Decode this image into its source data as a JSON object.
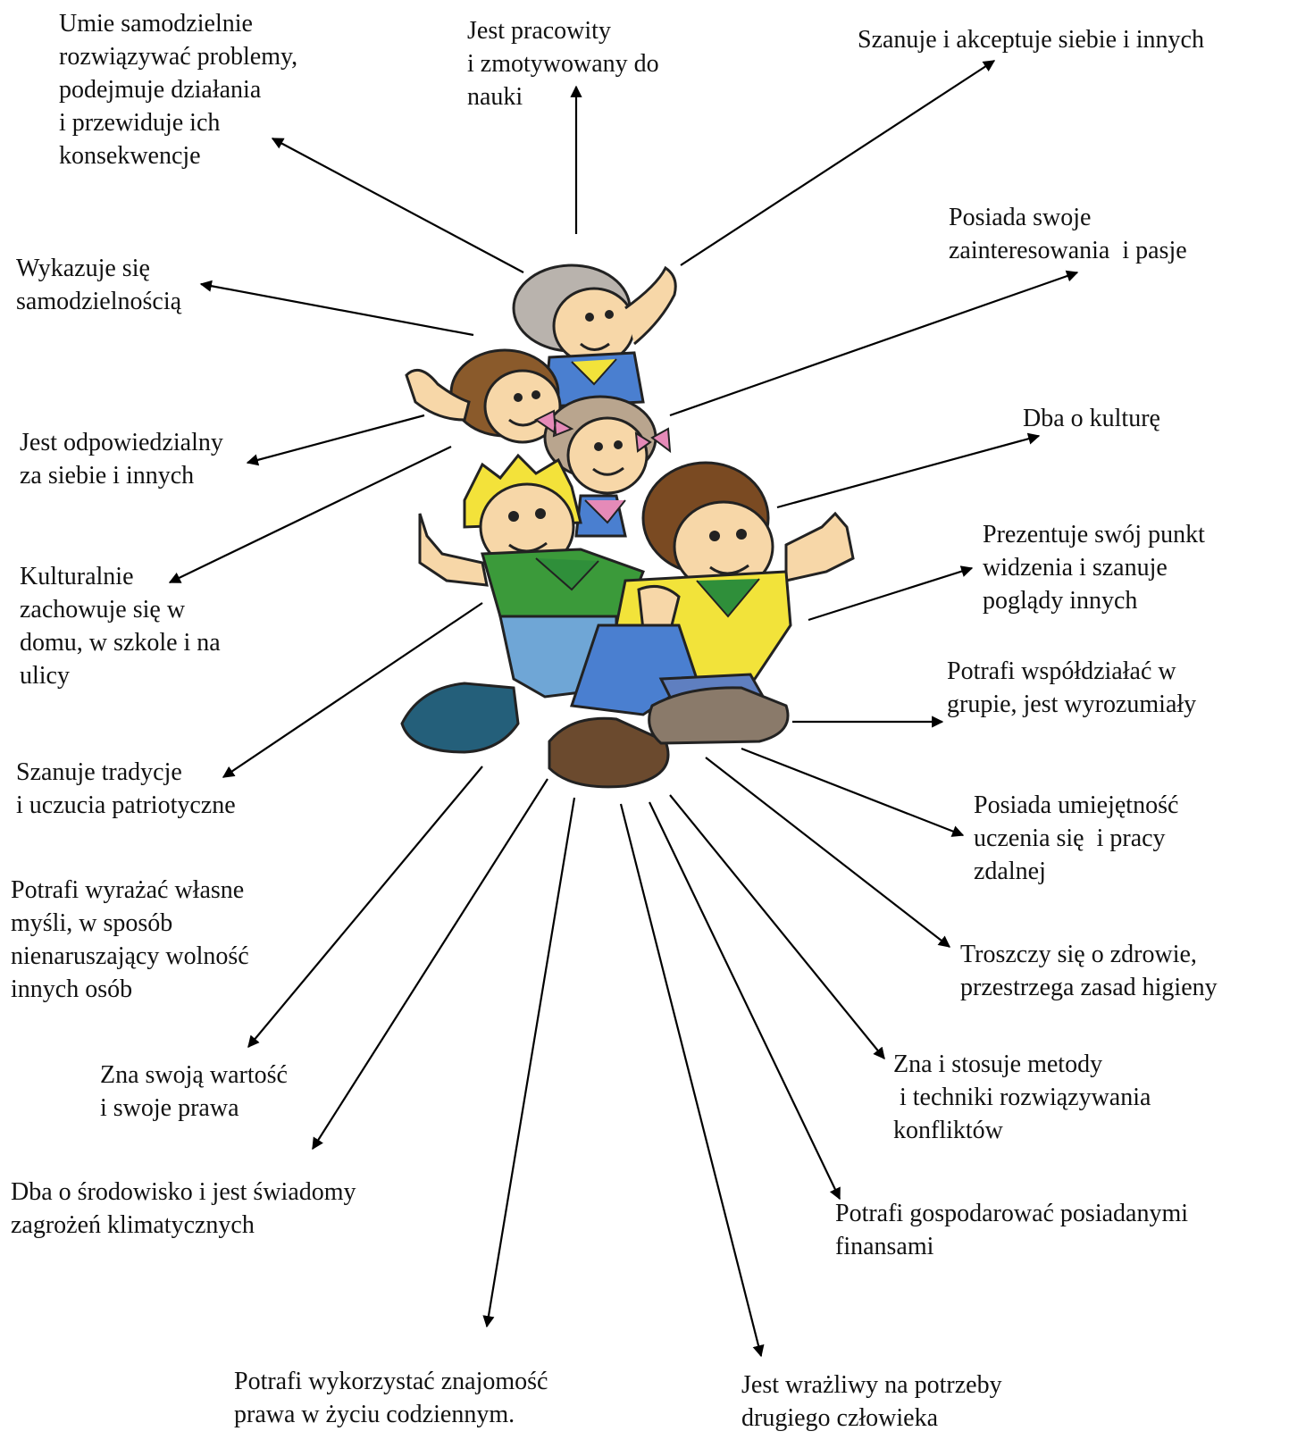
{
  "diagram": {
    "labels": [
      {
        "id": "l1",
        "lines": [
          "Umie samodzielnie",
          "rozwiązywać problemy,",
          "podejmuje działania",
          "i przewiduje ich",
          "konsekwencje"
        ]
      },
      {
        "id": "l2",
        "lines": [
          "Jest pracowity",
          "i zmotywowany do",
          "nauki"
        ]
      },
      {
        "id": "l3",
        "lines": [
          "Szanuje i akceptuje siebie i innych"
        ]
      },
      {
        "id": "l4",
        "lines": [
          "Posiada swoje",
          "zainteresowania  i pasje"
        ]
      },
      {
        "id": "l5",
        "lines": [
          "Wykazuje się",
          "samodzielnością"
        ]
      },
      {
        "id": "l6",
        "lines": [
          "Dba o kulturę"
        ]
      },
      {
        "id": "l7",
        "lines": [
          "Jest odpowiedzialny",
          "za siebie i innych"
        ]
      },
      {
        "id": "l8",
        "lines": [
          "Prezentuje swój punkt",
          "widzenia i szanuje",
          "poglądy innych"
        ]
      },
      {
        "id": "l9",
        "lines": [
          "Kulturalnie",
          "zachowuje się w",
          "domu, w szkole i na",
          "ulicy"
        ]
      },
      {
        "id": "l10",
        "lines": [
          "Potrafi współdziałać w",
          "grupie, jest wyrozumiały"
        ]
      },
      {
        "id": "l11",
        "lines": [
          "Szanuje tradycje",
          "i uczucia patriotyczne"
        ]
      },
      {
        "id": "l12",
        "lines": [
          "Posiada umiejętność",
          "uczenia się  i pracy",
          "zdalnej"
        ]
      },
      {
        "id": "l13",
        "lines": [
          "Potrafi wyrażać własne",
          "myśli, w sposób",
          "nienaruszający wolność",
          "innych osób"
        ]
      },
      {
        "id": "l14",
        "lines": [
          "Troszczy się o zdrowie,",
          "przestrzega zasad higieny"
        ]
      },
      {
        "id": "l15",
        "lines": [
          "Zna swoją wartość",
          "i swoje prawa"
        ]
      },
      {
        "id": "l16",
        "lines": [
          "Zna i stosuje metody",
          " i techniki rozwiązywania",
          "konfliktów"
        ]
      },
      {
        "id": "l17",
        "lines": [
          "Dba o środowisko i jest świadomy",
          "zagrożeń klimatycznych"
        ]
      },
      {
        "id": "l18",
        "lines": [
          "Potrafi gospodarować posiadanymi",
          "finansami"
        ]
      },
      {
        "id": "l19",
        "lines": [
          "Potrafi wykorzystać znajomość",
          "prawa w życiu codziennym."
        ]
      },
      {
        "id": "l20",
        "lines": [
          "Jest wrażliwy na potrzeby",
          "drugiego człowieka"
        ]
      }
    ],
    "colors": {
      "text": "#111111",
      "arrow": "#000000",
      "skin": "#f7d7a8",
      "hair_blonde": "#f3e23a",
      "hair_brown": "#7a4a22",
      "hair_grey": "#b9b3ad",
      "shirt_green": "#3b9a3a",
      "shirt_yellow": "#f2e33a",
      "pants_blue": "#6fa6d6",
      "shoe_teal": "#245f7a",
      "shoe_brown": "#6b4a2e",
      "scarf_green": "#2f8f3a",
      "bow_pink": "#e58ab8"
    },
    "center_image": "cartoon-children-group"
  }
}
